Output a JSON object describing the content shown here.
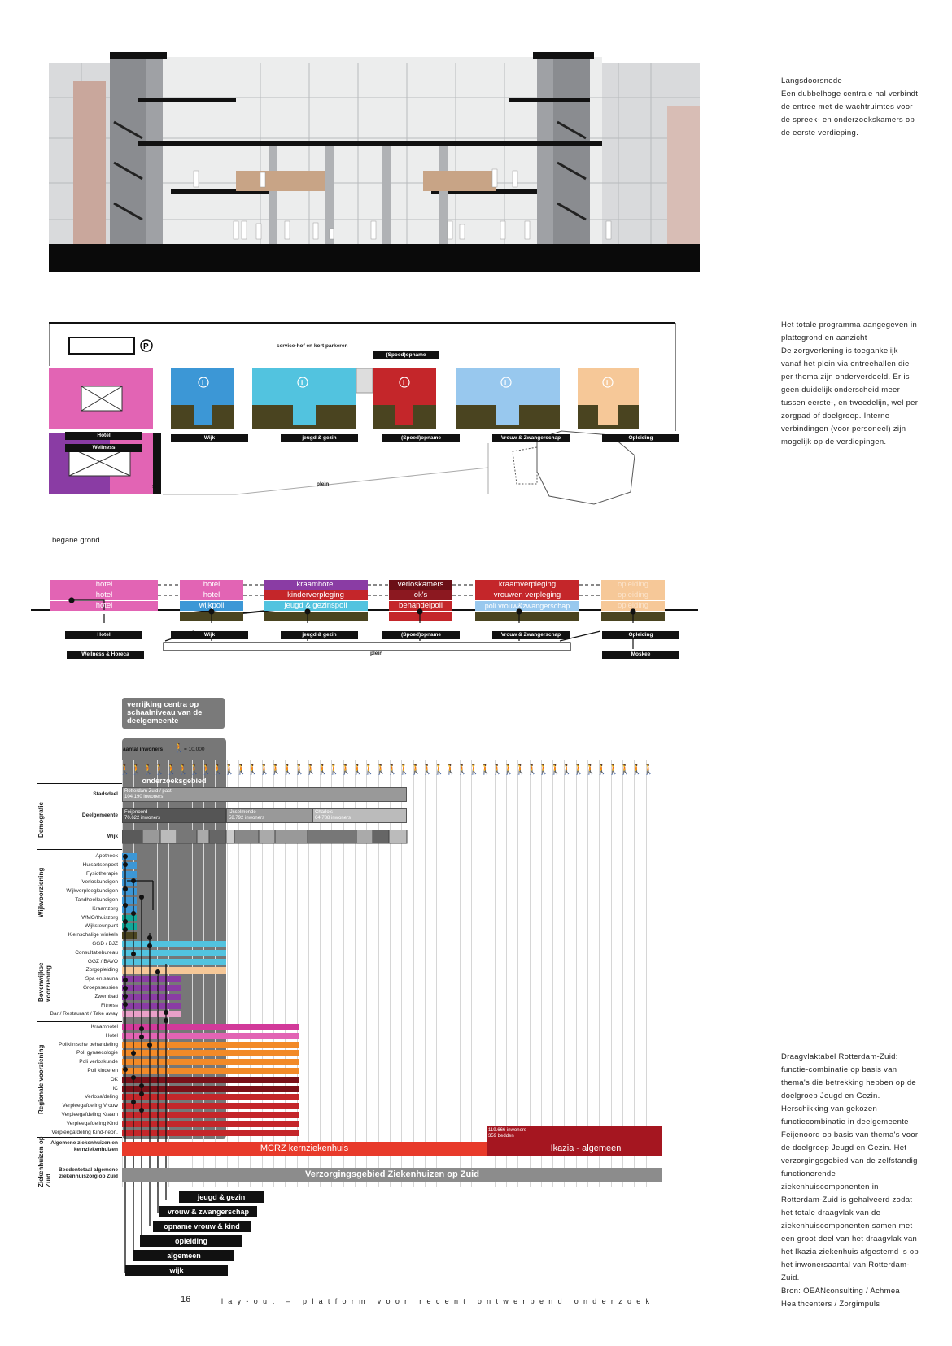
{
  "captions": {
    "c1": {
      "title": "Langsdoorsnede",
      "body": "Een dubbelhoge centrale hal verbindt de entree met de wachtruimtes voor de spreek- en onderzoekskamers op de eerste verdieping."
    },
    "c2": {
      "title": "Het totale programma aangegeven in plattegrond en aanzicht",
      "body": "De zorgverlening is toegankelijk vanaf het plein via entreehallen die per thema zijn onderverdeeld. Er is geen duidelijk onderscheid meer tussen eerste-, en tweedelijn, wel per zorgpad of doelgroep. Interne verbindingen (voor personeel) zijn mogelijk op de verdiepingen."
    },
    "c3": {
      "title": "Draagvlaktabel Rotterdam-Zuid:",
      "body": "functie-combinatie op basis van thema's die betrekking hebben op de doelgroep Jeugd en Gezin. Herschikking van gekozen functiecombinatie in deelgemeente Feijenoord op basis van thema's voor de doelgroep Jeugd en Gezin. Het verzorgingsgebied van de zelfstandig functionerende ziekenhuiscomponenten in Rotterdam-Zuid is gehalveerd zodat het totale draagvlak van de ziekenhuiscomponenten samen met een groot deel van het draagvlak van het Ikazia ziekenhuis afgestemd is op het inwonersaantal van Rotterdam-Zuid.",
      "source": "Bron: OEANconsulting / Achmea Healthcenters / Zorgimpuls"
    }
  },
  "plan": {
    "top_label": "service-hof en kort parkeren",
    "spoed_top": "(Spoed)opname",
    "units": [
      "Wijk",
      "jeugd & gezin",
      "(Spoed)opname",
      "Vrouw & Zwangerschap",
      "Opleiding"
    ],
    "hotel": "Hotel",
    "wellness": "Wellness",
    "horeca": "Horeca",
    "plein": "plein",
    "ground": "begane grond",
    "parking": "P",
    "info_icon": "i",
    "colors": {
      "pink": "#e264b4",
      "blue": "#3c97d6",
      "cyan": "#52c3df",
      "red": "#c4262a",
      "lightblue": "#98c8ee",
      "peach": "#f6c898",
      "olive": "#4a4420",
      "purple": "#8a3ca4"
    }
  },
  "section": {
    "col1": [
      "hotel",
      "hotel",
      "hotel"
    ],
    "col2": [
      "hotel",
      "hotel",
      "wijkpoli"
    ],
    "col3": [
      "kraamhotel",
      "kinderverpleging",
      "jeugd & gezinspoli"
    ],
    "col4": [
      "verloskamers",
      "ok's",
      "behandelpoli"
    ],
    "col5": [
      "kraamverpleging",
      "vrouwen verpleging",
      "poli vrouw&zwangerschap"
    ],
    "col6": [
      "opleiding",
      "opleiding",
      "opleiding"
    ],
    "labels": [
      "Hotel",
      "Wijk",
      "jeugd & gezin",
      "(Spoed)opname",
      "Vrouw & Zwangerschap",
      "Opleiding"
    ],
    "bottom": {
      "left": "Wellness & Horeca",
      "mid": "plein",
      "right": "Moskee"
    }
  },
  "table": {
    "header_box": "verrijking centra op schaalniveau van de deelgemeente",
    "aantal": "aantal inwoners",
    "unit": "= 10.000",
    "onderzoek": "onderzoeksgebied",
    "groups": {
      "demografie": "Demografie",
      "wijk": "Wijkvoorziening",
      "boven": "Bovenwijkse voorziening",
      "regionaal": "Regionale voorziening",
      "zieken": "Ziekenhuizen op Zuid"
    },
    "demo_rows": [
      "Stadsdeel",
      "Deelgemeente",
      "Wijk"
    ],
    "stadsdeel": {
      "name": "Rotterdam Zuid / pact",
      "inw": "104.190 inwoners"
    },
    "deelgemeenten": [
      {
        "name": "Feijenoord",
        "inw": "70.622 inwoners"
      },
      {
        "name": "IJsselmonde",
        "inw": "58.792 inwoners"
      },
      {
        "name": "Charlois",
        "inw": "64.788 inwoners"
      }
    ],
    "wijk_rows": [
      "Apotheek",
      "Huisartsenpost",
      "Fysiotherapie",
      "Verloskundigen",
      "Wijkverpleegkundigen",
      "Tandheelkundigen",
      "Kraamzorg",
      "WMO/thuiszorg",
      "Wijksteunpunt",
      "Kleinschalige winkels"
    ],
    "boven_rows": [
      "GGD / BJZ",
      "Consultatiebureau",
      "GGZ / BAVO",
      "Zorgopleiding",
      "Spa en sauna",
      "Groepssessies",
      "Zwembad",
      "Fitness",
      "Bar / Restaurant / Take away"
    ],
    "regio_rows": [
      "Kraamhotel",
      "Hotel",
      "Poliklinische behandeling",
      "Poli gynaecologie",
      "Poli verloskunde",
      "Poli kinderen",
      "OK",
      "IC",
      "Verlosafdeling",
      "Verpleegafdeling Vrouw",
      "Verpleegafdeling Kraam",
      "Verpleegafdeling Kind",
      "Verpleegafdeling Kind-neon."
    ],
    "zieken_rows": [
      "Algemene ziekenhuizen en kernziekenhuizen",
      "Beddentotaal algemene ziekenhuiszorg op Zuid"
    ],
    "mcrz": "MCRZ kernziekenhuis",
    "ikazia": "Ikazia - algemeen",
    "ikazia_note": "119.666 inwoners\n359 bedden",
    "verzorging": "Verzorgingsgebied  Ziekenhuizen op Zuid",
    "legend": [
      "jeugd & gezin",
      "vrouw & zwangerschap",
      "opname vrouw & kind",
      "opleiding",
      "algemeen",
      "wijk"
    ]
  },
  "footer": {
    "page": "16",
    "text": "lay-out  –  platform voor recent ontwerpend onderzoek"
  }
}
